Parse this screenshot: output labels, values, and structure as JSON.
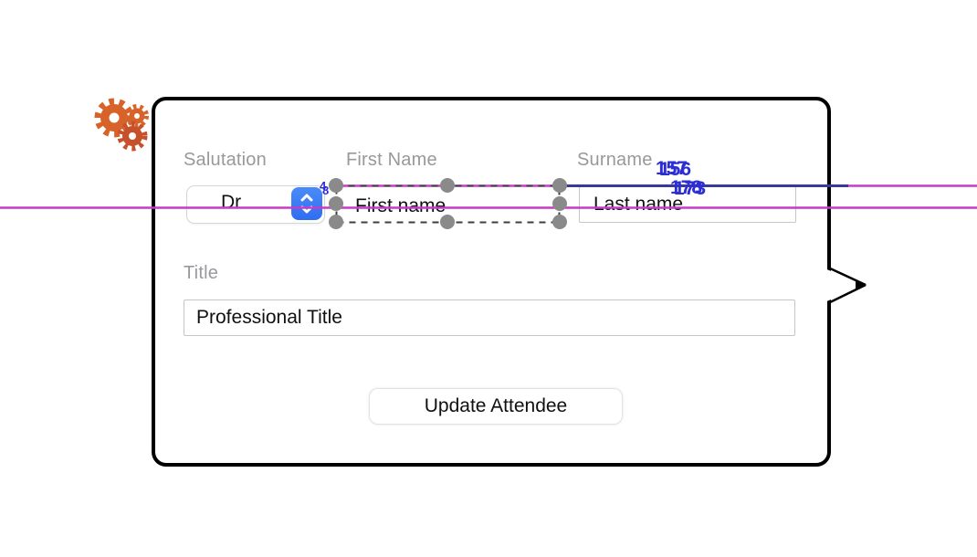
{
  "popover": {
    "fields": {
      "salutation": {
        "label": "Salutation",
        "value": "Dr"
      },
      "first_name": {
        "label": "First Name",
        "value": "First name"
      },
      "surname": {
        "label": "Surname",
        "value": "Last name"
      },
      "title": {
        "label": "Title",
        "value": "Professional Title"
      }
    },
    "button": {
      "label": "Update Attendee"
    }
  },
  "overlay": {
    "measurements": {
      "primary": [
        "157",
        "156"
      ],
      "secondary": [
        "178",
        "173"
      ],
      "small": [
        "4",
        "8"
      ]
    },
    "colors": {
      "guide_magenta": "#c73bc7",
      "measure_line_blue": "#39399b",
      "measure_text_blue": "#2d2dd6",
      "selection_handle_gray": "#8a8a8a",
      "stepper_blue": "#3b7cf7",
      "gear_orange": "#d8632a",
      "gear_dark_orange": "#c7512a"
    }
  },
  "icons": {
    "gears": "settings-gears",
    "stepper": "up-down-chevrons"
  }
}
